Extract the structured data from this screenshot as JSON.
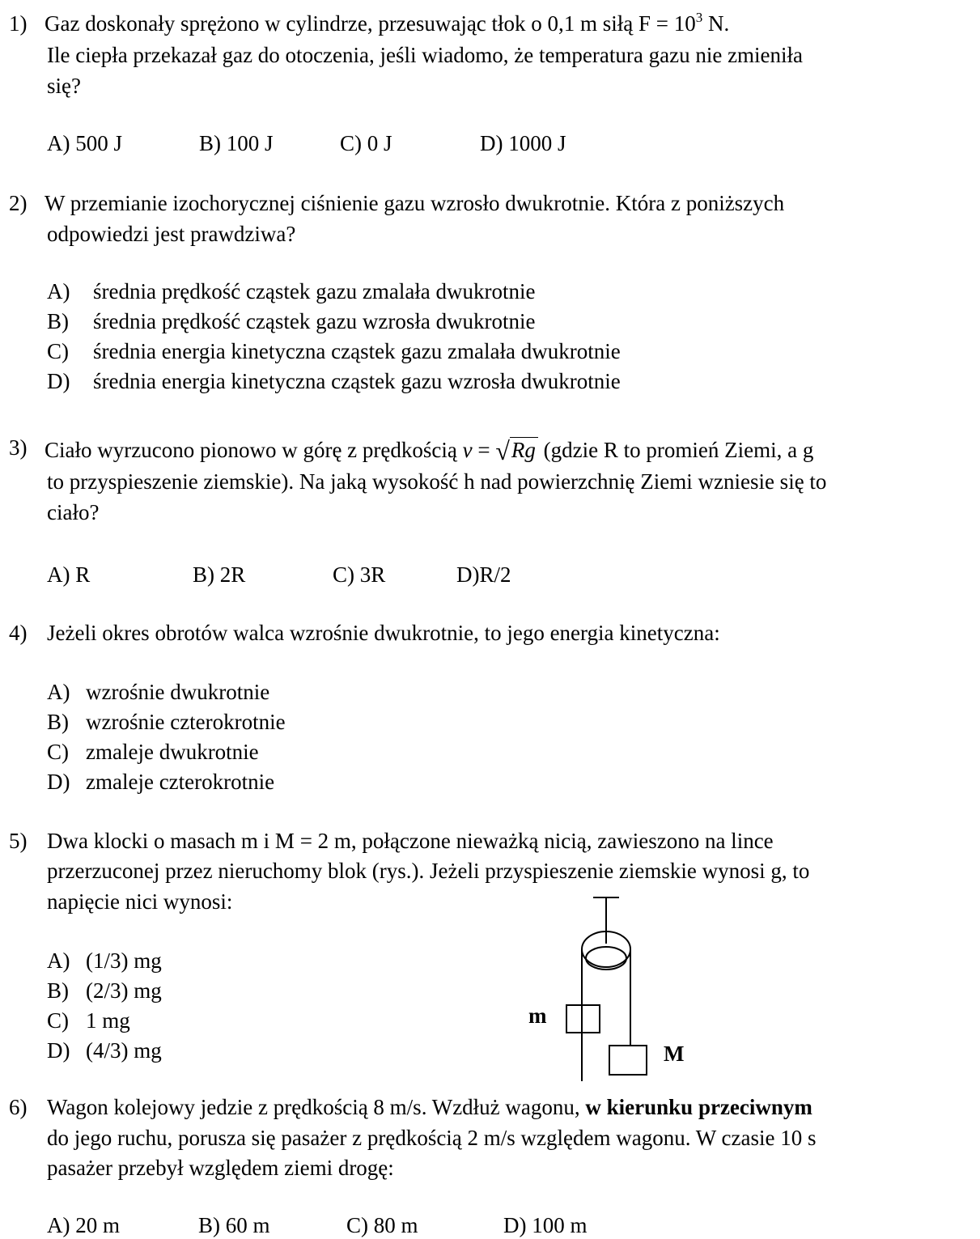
{
  "questions": [
    {
      "number": "1)",
      "line1_pre": "Gaz doskonały sprężono w cylindrze, przesuwając tłok o 0,1 m siłą  F = 10",
      "line1_sup": "3",
      "line1_post": " N.",
      "line2": "Ile ciepła przekazał gaz do otoczenia, jeśli wiadomo, że temperatura  gazu nie zmieniła",
      "line3": "się?",
      "answers": [
        "A) 500 J",
        "B) 100 J",
        "C) 0 J",
        "D) 1000 J"
      ]
    },
    {
      "number": "2)",
      "line1": "W przemianie izochorycznej ciśnienie gazu wzrosło dwukrotnie. Która z poniższych",
      "line2": "odpowiedzi jest prawdziwa?",
      "answers": [
        {
          "letter": "A)",
          "text": "średnia prędkość cząstek gazu zmalała dwukrotnie"
        },
        {
          "letter": "B)",
          "text": "średnia prędkość cząstek gazu wzrosła dwukrotnie"
        },
        {
          "letter": "C)",
          "text": "średnia energia kinetyczna cząstek gazu zmalała dwukrotnie"
        },
        {
          "letter": "D)",
          "text": "średnia energia kinetyczna cząstek gazu wzrosła dwukrotnie"
        }
      ]
    },
    {
      "number": "3)",
      "line1_pre": "Ciało wyrzucono pionowo w górę z prędkością ",
      "formula_lhs": "v",
      "formula_eq": " = ",
      "formula_radicand": "Rg",
      "line1_post": " (gdzie R to promień Ziemi, a g",
      "line2": "to przyspieszenie ziemskie). Na jaką wysokość h  nad powierzchnię Ziemi wzniesie się to",
      "line3": "ciało?",
      "answers": [
        "A) R",
        "B) 2R",
        "C) 3R",
        "D)R/2"
      ]
    },
    {
      "number": "4)",
      "line1": "Jeżeli okres obrotów walca wzrośnie dwukrotnie, to jego energia kinetyczna:",
      "answers": [
        {
          "letter": "A)",
          "text": "wzrośnie dwukrotnie"
        },
        {
          "letter": "B)",
          "text": "wzrośnie czterokrotnie"
        },
        {
          "letter": "C)",
          "text": "zmaleje dwukrotnie"
        },
        {
          "letter": "D)",
          "text": "zmaleje czterokrotnie"
        }
      ]
    },
    {
      "number": "5)",
      "line1": "Dwa klocki o masach m i M = 2 m, połączone nieważką nicią, zawieszono na lince",
      "line2": "przerzuconej przez nieruchomy blok (rys.). Jeżeli przyspieszenie ziemskie wynosi g, to",
      "line3": "napięcie nici wynosi:",
      "answers": [
        {
          "letter": "A)",
          "text": "(1/3) mg"
        },
        {
          "letter": "B)",
          "text": "(2/3) mg"
        },
        {
          "letter": "C)",
          "text": "1 mg"
        },
        {
          "letter": "D)",
          "text": "(4/3) mg"
        }
      ],
      "figure": {
        "label_small": "m",
        "label_large": "M"
      }
    },
    {
      "number": "6)",
      "line1_pre": "Wagon kolejowy jedzie z prędkością 8 m/s. Wzdłuż wagonu, ",
      "line1_bold": "w kierunku przeciwnym",
      "line2": "do jego ruchu, porusza się pasażer z prędkością 2 m/s względem wagonu. W czasie 10 s",
      "line3": "pasażer przebył względem ziemi drogę:",
      "answers": [
        "A) 20 m",
        "B) 60 m",
        "C) 80 m",
        "D) 100 m"
      ]
    }
  ]
}
